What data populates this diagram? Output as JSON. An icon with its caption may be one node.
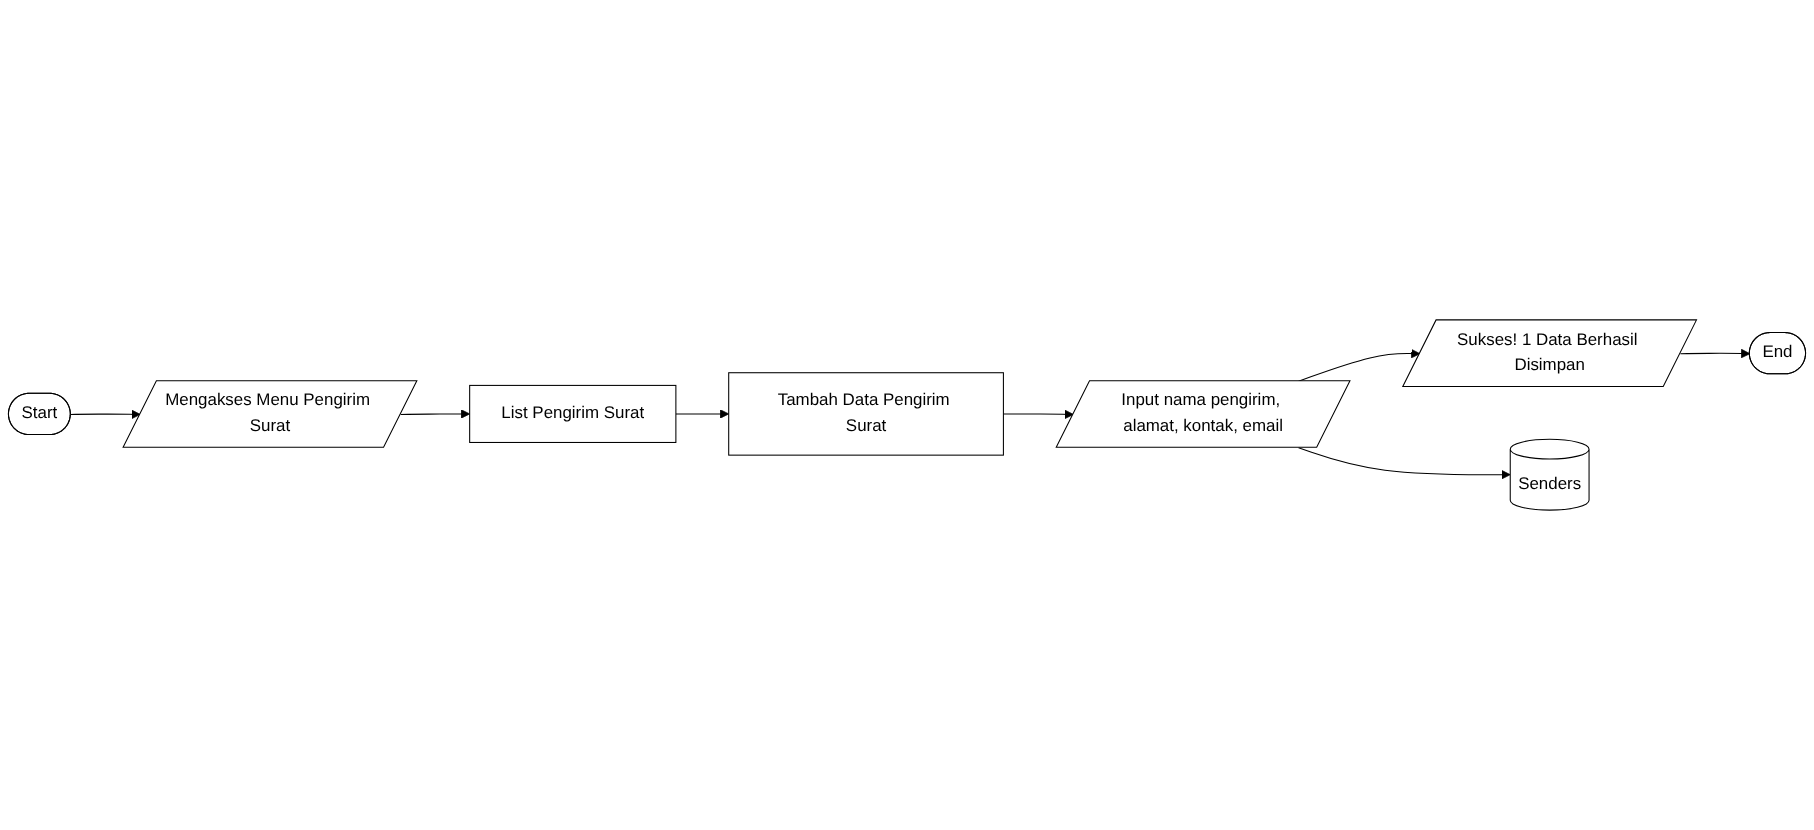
{
  "diagram": {
    "nodes": [
      {
        "text": [
          "Start"
        ]
      },
      {
        "text": [
          "Mengakses Menu Pengirim Surat"
        ]
      },
      {
        "text": [
          "List Pengirim Surat"
        ]
      },
      {
        "text": [
          "Tambah Data Pengirim Surat"
        ]
      },
      {
        "text": [
          "Input nama pengirim, alamat, kontak, email"
        ]
      },
      {
        "text": [
          "Sukses! 1 Data Berhasil Disimpan"
        ]
      },
      {
        "text": [
          "End"
        ]
      },
      {
        "text": [
          "Senders"
        ]
      }
    ],
    "edges": [
      {
        "from": 0,
        "to": 1,
        "arrow": "to"
      },
      {
        "from": 1,
        "to": 2,
        "arrow": "to"
      },
      {
        "from": 2,
        "to": 3,
        "arrow": "to"
      },
      {
        "from": 3,
        "to": 4,
        "arrow": "to"
      },
      {
        "from": 4,
        "to": 5,
        "arrow": "to"
      },
      {
        "from": 5,
        "to": 6,
        "arrow": "to"
      },
      {
        "from": 4,
        "to": 7,
        "arrow": "to"
      }
    ]
  }
}
